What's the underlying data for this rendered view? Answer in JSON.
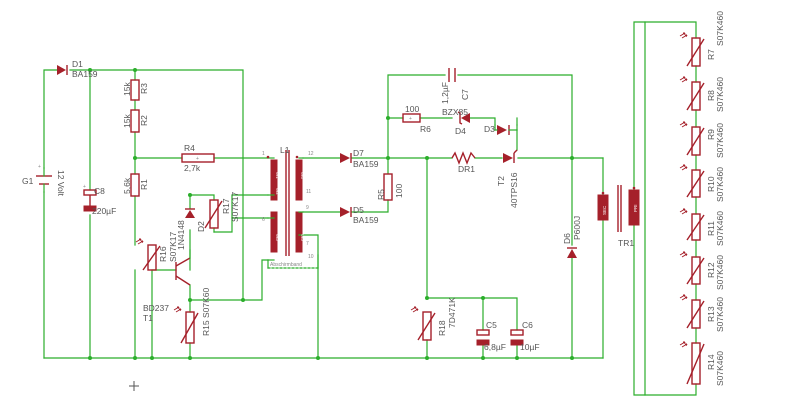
{
  "components": {
    "G1": {
      "ref": "G1",
      "value": "12 Volt"
    },
    "D1": {
      "ref": "D1",
      "value": "BA159"
    },
    "C8": {
      "ref": "C8",
      "value": "220µF"
    },
    "R3": {
      "ref": "R3",
      "value": "15k"
    },
    "R2": {
      "ref": "R2",
      "value": "15k"
    },
    "R1": {
      "ref": "R1",
      "value": "5,6k"
    },
    "R4": {
      "ref": "R4",
      "value": "2,7k"
    },
    "R17": {
      "ref": "R17",
      "value": "S07K17"
    },
    "D2": {
      "ref": "D2",
      "value": "1N4148"
    },
    "R16": {
      "ref": "R16",
      "value": "S07K17"
    },
    "T1": {
      "ref": "T1",
      "value": "BD237"
    },
    "R15": {
      "ref": "R15",
      "value": "S07K60"
    },
    "L1": {
      "ref": "L1",
      "label": "Abschirmband"
    },
    "D7": {
      "ref": "D7",
      "value": "BA159"
    },
    "D5": {
      "ref": "D5",
      "value": "BA159"
    },
    "R5": {
      "ref": "R5",
      "value": "100"
    },
    "C7": {
      "ref": "C7",
      "value": "1,2µF"
    },
    "R6": {
      "ref": "R6",
      "value": "100"
    },
    "D4": {
      "ref": "D4",
      "value": "BZX85"
    },
    "D3": {
      "ref": "D3",
      "value": ""
    },
    "DR1": {
      "ref": "DR1",
      "value": ""
    },
    "T2": {
      "ref": "T2",
      "value": "40TPS16"
    },
    "D6": {
      "ref": "D6",
      "value": "P600J"
    },
    "R18": {
      "ref": "R18",
      "value": "7D471K"
    },
    "C5": {
      "ref": "C5",
      "value": "6,8µF"
    },
    "C6": {
      "ref": "C6",
      "value": "10µF"
    },
    "TR1": {
      "ref": "TR1",
      "sec": "SEC",
      "pri": "PRI"
    }
  },
  "varistor_chain": [
    {
      "ref": "R7",
      "value": "S07K460"
    },
    {
      "ref": "R8",
      "value": "S07K460"
    },
    {
      "ref": "R9",
      "value": "S07K460"
    },
    {
      "ref": "R10",
      "value": "S07K460"
    },
    {
      "ref": "R11",
      "value": "S07K460"
    },
    {
      "ref": "R12",
      "value": "S07K460"
    },
    {
      "ref": "R13",
      "value": "S07K460"
    },
    {
      "ref": "R14",
      "value": "S07K460"
    }
  ],
  "pin_numbers": {
    "p1": "1",
    "p12": "12",
    "p11": "11",
    "p9": "9",
    "p6": "6",
    "p7": "7",
    "p10": "10"
  },
  "winding_marks": {
    "wa": "W1",
    "wb": "W2",
    "wc": "W3",
    "wd": "W4",
    "we": "W5"
  },
  "polarity": {
    "plus": "+"
  }
}
